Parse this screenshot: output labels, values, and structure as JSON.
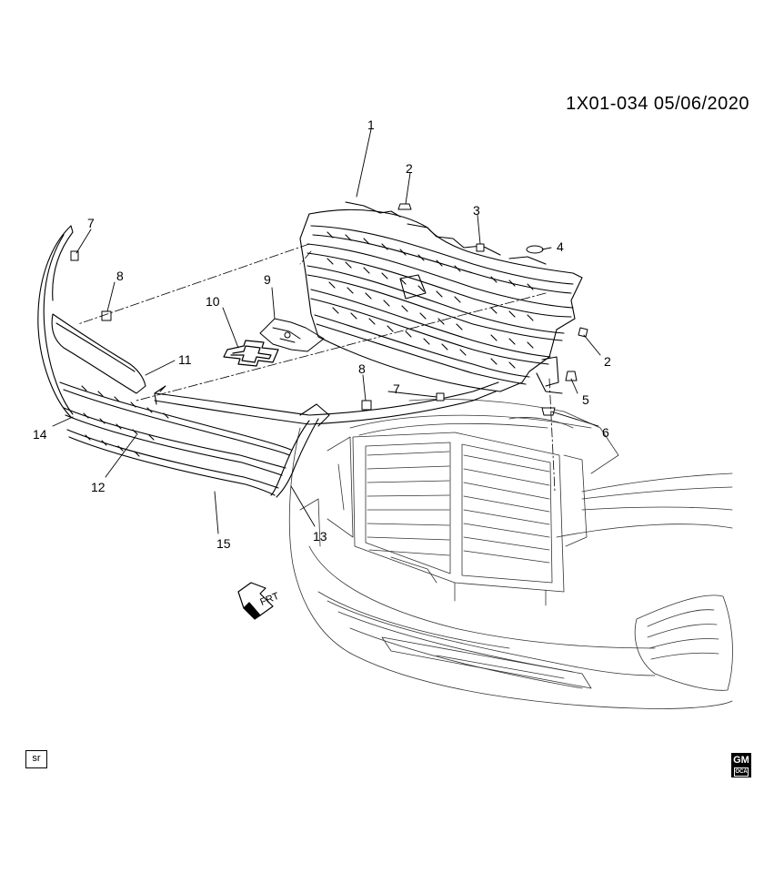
{
  "header": {
    "ref_code": "1X01-034  05/06/2020"
  },
  "callouts": [
    "1",
    "2",
    "3",
    "4",
    "2",
    "5",
    "6",
    "7",
    "8",
    "9",
    "10",
    "11",
    "8",
    "7",
    "14",
    "12",
    "15",
    "13"
  ],
  "direction_label": "FRT",
  "footer": {
    "sr_label": "sr",
    "gm_logo_text": "GM",
    "gm_logo_sub": "OCA"
  }
}
